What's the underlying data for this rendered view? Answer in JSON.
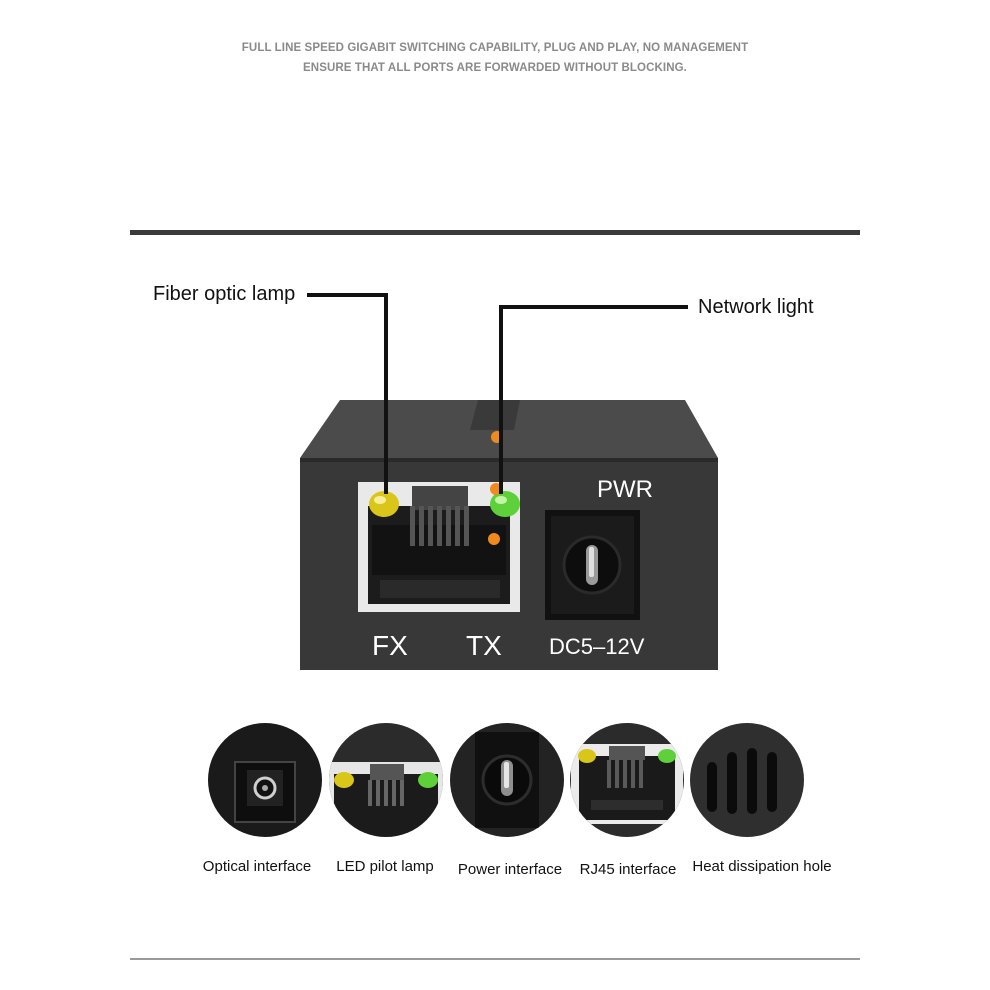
{
  "tagline": {
    "line1": "FULL LINE SPEED GIGABIT SWITCHING CAPABILITY, PLUG AND PLAY, NO MANAGEMENT",
    "line2": "ENSURE THAT ALL PORTS ARE FORWARDED WITHOUT BLOCKING."
  },
  "callouts": {
    "fiber_optic_lamp": "Fiber optic lamp",
    "network_light": "Network light"
  },
  "device": {
    "port_left_label": "FX",
    "port_right_label": "TX",
    "power_top_label": "PWR",
    "power_bottom_label": "DC5–12V",
    "colors": {
      "body": "#3b3b3b",
      "body_top": "#4a4a4a",
      "led_yellow": "#d9c619",
      "led_green": "#5ed03a",
      "marker_orange": "#f08a1c"
    }
  },
  "thumbnails": [
    {
      "label": "Optical interface",
      "icon": "optical-interface-icon"
    },
    {
      "label": "LED pilot lamp",
      "icon": "led-pilot-lamp-icon"
    },
    {
      "label": "Power interface",
      "icon": "power-interface-icon"
    },
    {
      "label": "RJ45 interface",
      "icon": "rj45-interface-icon"
    },
    {
      "label": "Heat dissipation hole",
      "icon": "heat-dissipation-hole-icon"
    }
  ]
}
